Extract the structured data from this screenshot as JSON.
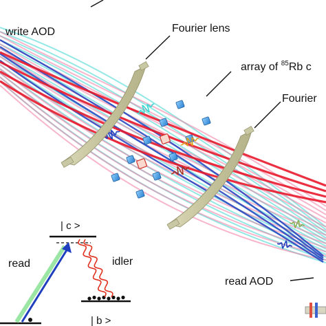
{
  "labels": {
    "write_aod": "write AOD",
    "fourier_lens_1": "Fourier lens",
    "array_prefix": "array of ",
    "array_superscript": "85",
    "array_suffix": "Rb c",
    "fourier_lens_2": "Fourier",
    "read_aod": "read AOD",
    "level_c": "| c >",
    "level_b": "| b >",
    "read": "read",
    "idler": "idler"
  },
  "colors": {
    "write_beam": "#e8192c",
    "read_beam": "#1f3fbf",
    "cyan_beam": "#3ad6d0",
    "pink_beam": "#f07aa0",
    "lens": "#c9c8a4",
    "atom_cell": "#3f9be0",
    "read_arrow_outer": "#9be6a4",
    "idler_wave": "#e0301e",
    "atom_dot": "#111111"
  },
  "atom_cells": 10,
  "highlighted_cells": 2
}
